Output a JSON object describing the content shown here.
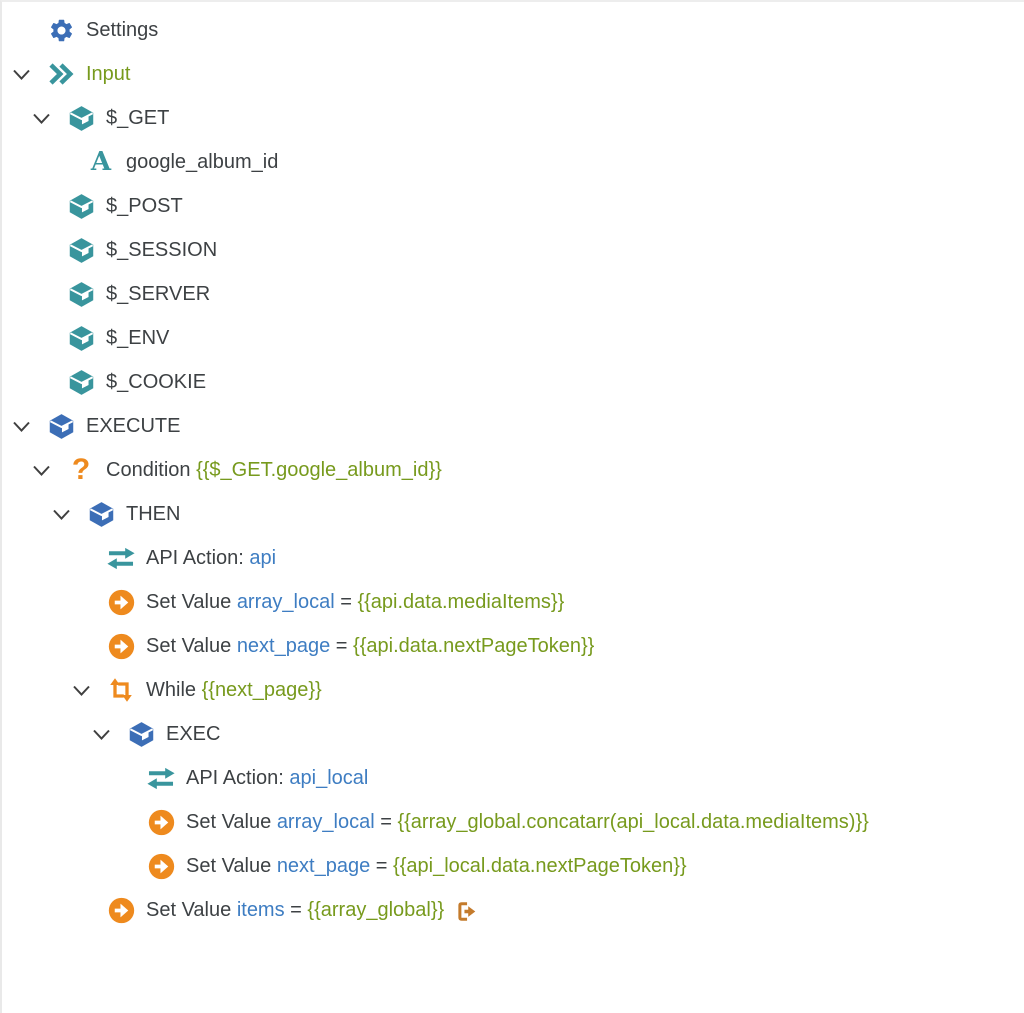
{
  "colors": {
    "teal": "#39959d",
    "blue": "#3c6eb6",
    "orange": "#ee8a1e",
    "exit_orange": "#c47b2c",
    "text": "#3d4144",
    "name_blue": "#3e7dc2",
    "expr_green": "#779a1d",
    "chevron": "#404040"
  },
  "tree": {
    "rows": [
      {
        "name": "settings",
        "level": 0,
        "chevron": false,
        "icon": "gear-icon",
        "icon_color": "blue",
        "segments": [
          {
            "text": "Settings",
            "style": "text"
          }
        ]
      },
      {
        "name": "input",
        "level": 0,
        "chevron": true,
        "icon": "double-chevron-icon",
        "icon_color": "teal",
        "segments": [
          {
            "text": "Input",
            "style": "expr"
          }
        ]
      },
      {
        "name": "get",
        "level": 1,
        "chevron": true,
        "icon": "box-icon",
        "icon_color": "teal",
        "segments": [
          {
            "text": "$_GET",
            "style": "text"
          }
        ]
      },
      {
        "name": "google-album-id",
        "level": 2,
        "chevron": false,
        "icon": "letter-a-icon",
        "icon_color": "teal",
        "segments": [
          {
            "text": "google_album_id",
            "style": "text"
          }
        ]
      },
      {
        "name": "post",
        "level": 1,
        "chevron": false,
        "icon": "box-icon",
        "icon_color": "teal",
        "segments": [
          {
            "text": "$_POST",
            "style": "text"
          }
        ]
      },
      {
        "name": "session",
        "level": 1,
        "chevron": false,
        "icon": "box-icon",
        "icon_color": "teal",
        "segments": [
          {
            "text": "$_SESSION",
            "style": "text"
          }
        ]
      },
      {
        "name": "server",
        "level": 1,
        "chevron": false,
        "icon": "box-icon",
        "icon_color": "teal",
        "segments": [
          {
            "text": "$_SERVER",
            "style": "text"
          }
        ]
      },
      {
        "name": "env",
        "level": 1,
        "chevron": false,
        "icon": "box-icon",
        "icon_color": "teal",
        "segments": [
          {
            "text": "$_ENV",
            "style": "text"
          }
        ]
      },
      {
        "name": "cookie",
        "level": 1,
        "chevron": false,
        "icon": "box-icon",
        "icon_color": "teal",
        "segments": [
          {
            "text": "$_COOKIE",
            "style": "text"
          }
        ]
      },
      {
        "name": "execute",
        "level": 0,
        "chevron": true,
        "icon": "box-icon",
        "icon_color": "blue",
        "segments": [
          {
            "text": "EXECUTE",
            "style": "text"
          }
        ]
      },
      {
        "name": "condition",
        "level": 1,
        "chevron": true,
        "icon": "question-icon",
        "icon_color": "orange",
        "segments": [
          {
            "text": "Condition ",
            "style": "text"
          },
          {
            "text": "{{$_GET.google_album_id}}",
            "style": "expr"
          }
        ]
      },
      {
        "name": "then",
        "level": 2,
        "chevron": true,
        "icon": "box-icon",
        "icon_color": "blue",
        "segments": [
          {
            "text": "THEN",
            "style": "text"
          }
        ]
      },
      {
        "name": "api-action-api",
        "level": 3,
        "chevron": false,
        "icon": "swap-icon",
        "icon_color": "teal",
        "segments": [
          {
            "text": "API Action: ",
            "style": "text"
          },
          {
            "text": "api",
            "style": "name"
          }
        ]
      },
      {
        "name": "set-array-local",
        "level": 3,
        "chevron": false,
        "icon": "set-value-icon",
        "icon_color": "orange",
        "segments": [
          {
            "text": "Set Value ",
            "style": "text"
          },
          {
            "text": "array_local",
            "style": "name"
          },
          {
            "text": " = ",
            "style": "text"
          },
          {
            "text": "{{api.data.mediaItems}}",
            "style": "expr"
          }
        ]
      },
      {
        "name": "set-next-page",
        "level": 3,
        "chevron": false,
        "icon": "set-value-icon",
        "icon_color": "orange",
        "segments": [
          {
            "text": "Set Value ",
            "style": "text"
          },
          {
            "text": "next_page",
            "style": "name"
          },
          {
            "text": " = ",
            "style": "text"
          },
          {
            "text": "{{api.data.nextPageToken}}",
            "style": "expr"
          }
        ]
      },
      {
        "name": "while",
        "level": 3,
        "chevron": true,
        "icon": "loop-icon",
        "icon_color": "orange",
        "segments": [
          {
            "text": "While ",
            "style": "text"
          },
          {
            "text": "{{next_page}}",
            "style": "expr"
          }
        ]
      },
      {
        "name": "exec",
        "level": 4,
        "chevron": true,
        "icon": "box-icon",
        "icon_color": "blue",
        "segments": [
          {
            "text": "EXEC",
            "style": "text"
          }
        ]
      },
      {
        "name": "api-action-api-local",
        "level": 5,
        "chevron": false,
        "icon": "swap-icon",
        "icon_color": "teal",
        "segments": [
          {
            "text": "API Action: ",
            "style": "text"
          },
          {
            "text": "api_local",
            "style": "name"
          }
        ]
      },
      {
        "name": "set-array-local-concat",
        "level": 5,
        "chevron": false,
        "icon": "set-value-icon",
        "icon_color": "orange",
        "segments": [
          {
            "text": "Set Value ",
            "style": "text"
          },
          {
            "text": "array_local",
            "style": "name"
          },
          {
            "text": " = ",
            "style": "text"
          },
          {
            "text": "{{array_global.concatarr(api_local.data.mediaItems)}}",
            "style": "expr"
          }
        ]
      },
      {
        "name": "set-next-page-local",
        "level": 5,
        "chevron": false,
        "icon": "set-value-icon",
        "icon_color": "orange",
        "segments": [
          {
            "text": "Set Value ",
            "style": "text"
          },
          {
            "text": "next_page",
            "style": "name"
          },
          {
            "text": " = ",
            "style": "text"
          },
          {
            "text": "{{api_local.data.nextPageToken}}",
            "style": "expr"
          }
        ]
      },
      {
        "name": "set-items",
        "level": 3,
        "chevron": false,
        "icon": "set-value-icon",
        "icon_color": "orange",
        "trailing_icon": "exit-icon",
        "trailing_color": "exit_orange",
        "segments": [
          {
            "text": "Set Value ",
            "style": "text"
          },
          {
            "text": "items",
            "style": "name"
          },
          {
            "text": " = ",
            "style": "text"
          },
          {
            "text": "{{array_global}}",
            "style": "expr"
          }
        ]
      }
    ]
  }
}
